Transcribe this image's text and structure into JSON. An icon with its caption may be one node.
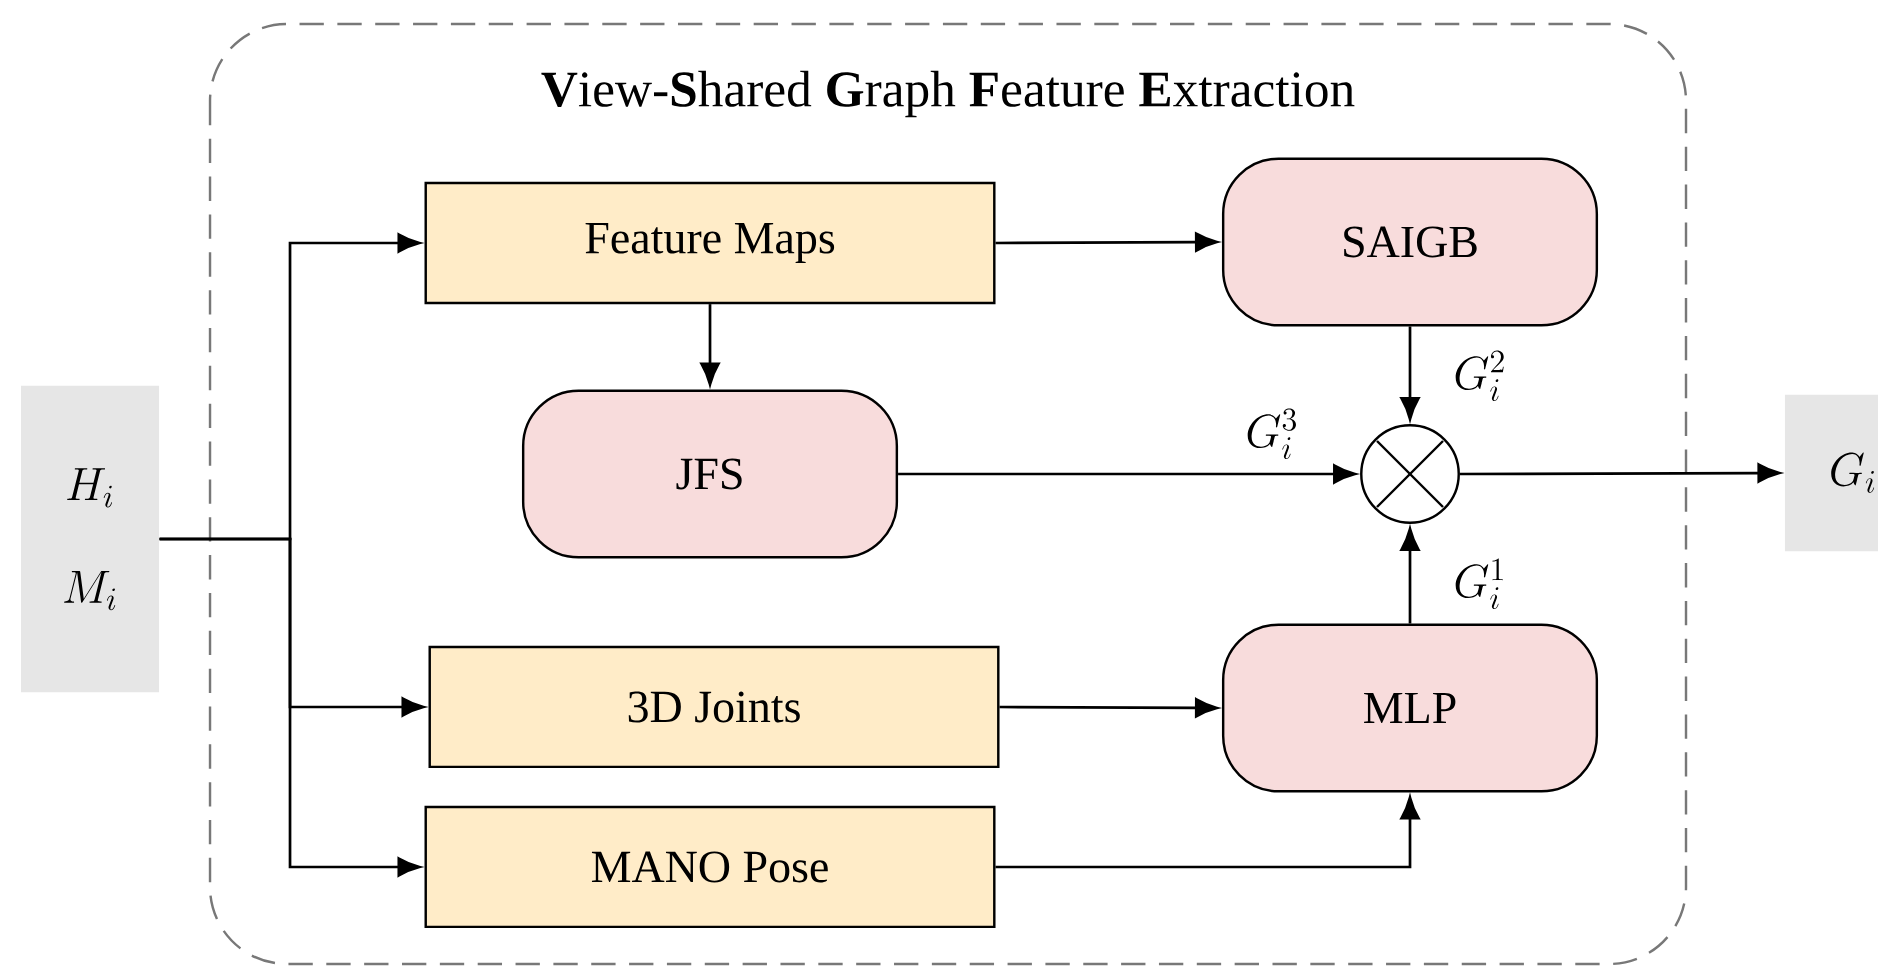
{
  "diagram": {
    "nodes": [
      {
        "text": [
          "**V**iew-**S**hared **G**raph **F**eature **E**xtraction"
        ]
      },
      {
        "text": [
          "H_i",
          "M_i"
        ]
      },
      {
        "text": [
          "Feature Maps"
        ],
        "in": 0
      },
      {
        "text": [
          "SAIGB"
        ],
        "in": 0
      },
      {
        "text": [
          "JFS"
        ],
        "in": 0
      },
      {
        "text": [],
        "shape": "circle",
        "in": 0
      },
      {
        "text": [
          "3D Joints"
        ],
        "in": 0
      },
      {
        "text": [
          "MANO Pose"
        ],
        "in": 0
      },
      {
        "text": [
          "MLP"
        ],
        "in": 0
      },
      {
        "text": [
          "G_i"
        ]
      }
    ],
    "edges": [
      {
        "from": 1,
        "to": 2,
        "arrow": "to"
      },
      {
        "from": 1,
        "to": 6,
        "arrow": "to"
      },
      {
        "from": 1,
        "to": 7,
        "arrow": "to"
      },
      {
        "from": 2,
        "to": 3,
        "arrow": "to"
      },
      {
        "from": 2,
        "to": 4,
        "arrow": "to"
      },
      {
        "from": 3,
        "to": 5,
        "arrow": "to",
        "label": "G_i^2"
      },
      {
        "from": 4,
        "to": 5,
        "arrow": "to",
        "label": "G_i^3"
      },
      {
        "from": 8,
        "to": 5,
        "arrow": "to",
        "label": "G_i^1"
      },
      {
        "from": 6,
        "to": 8,
        "arrow": "to"
      },
      {
        "from": 7,
        "to": 8,
        "arrow": "to"
      },
      {
        "from": 5,
        "to": 9,
        "arrow": "to"
      }
    ]
  }
}
